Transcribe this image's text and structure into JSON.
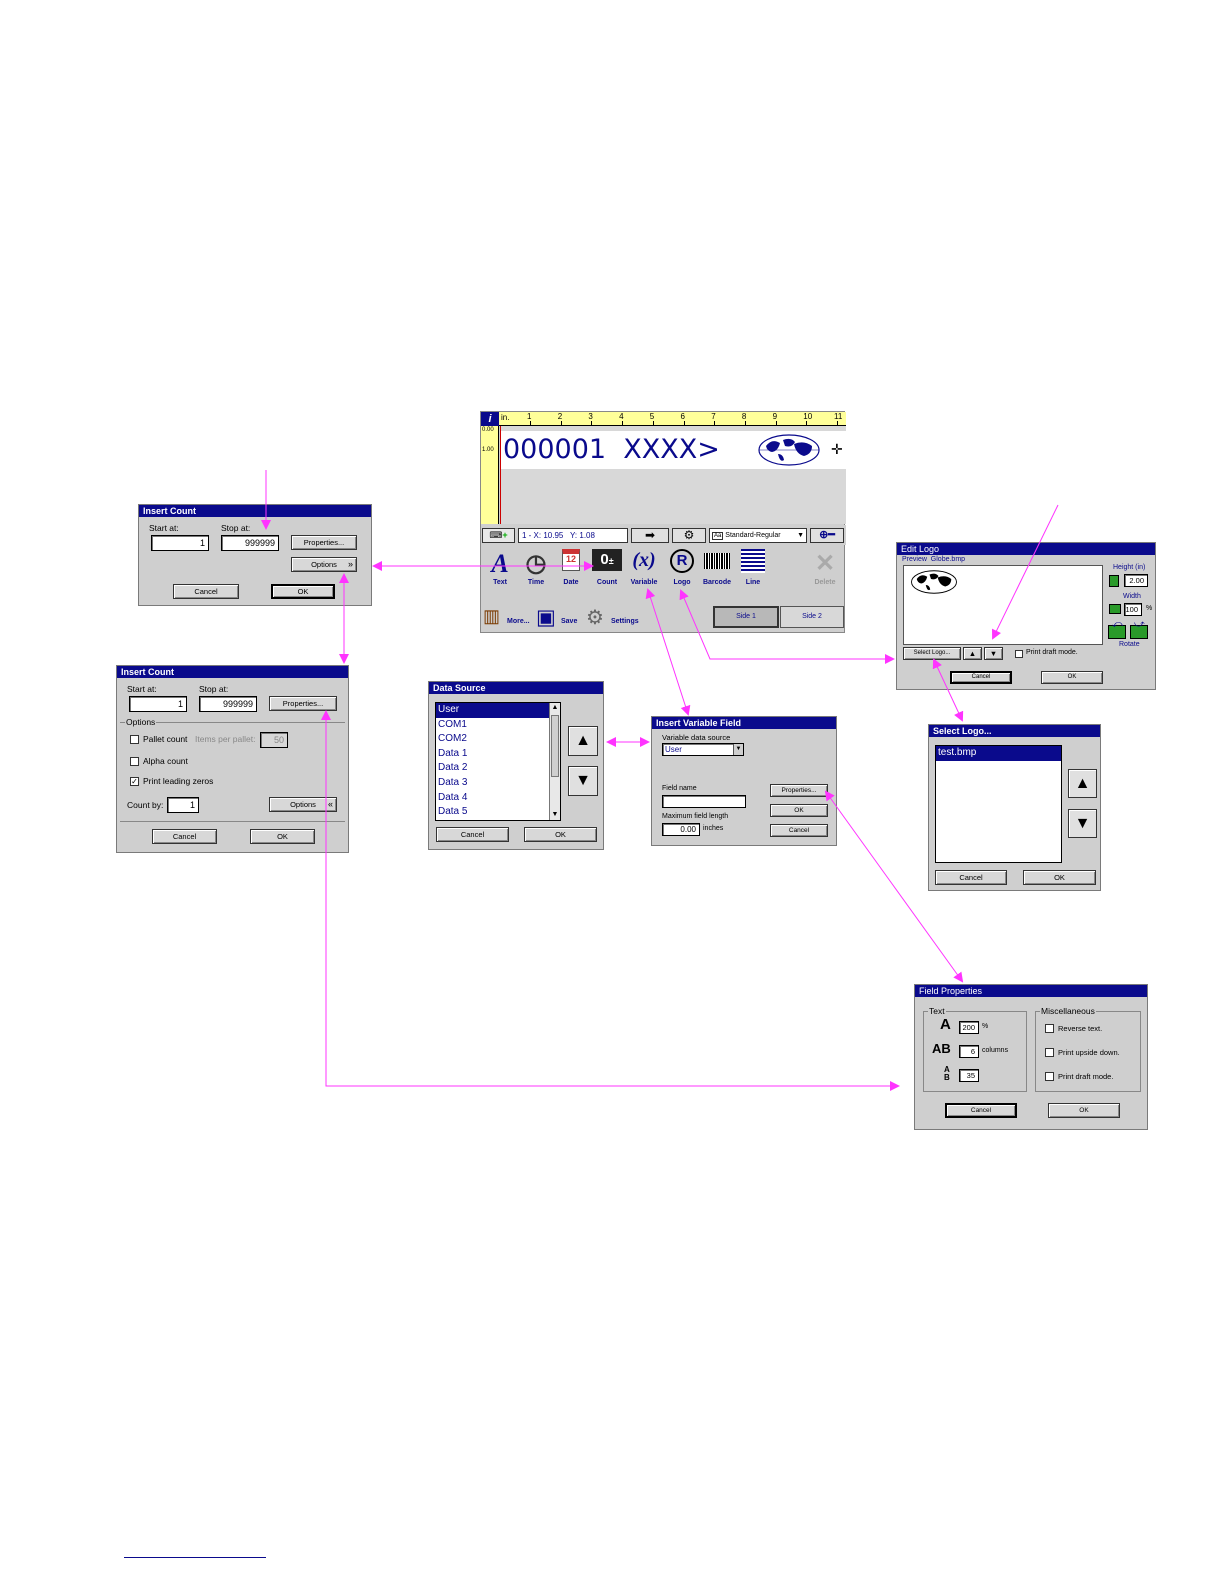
{
  "main": {
    "ruler_unit": "in.",
    "ruler_ticks": [
      "1",
      "2",
      "3",
      "4",
      "5",
      "6",
      "7",
      "8",
      "9",
      "10",
      "11"
    ],
    "vruler_top": "0.00",
    "vruler_mid": "1.00",
    "message_text": "000001  XXXX>",
    "position": "1 - X: 10.95",
    "position_y": "Y: 1.08",
    "font_name": "Standard-Regular",
    "tools": [
      "Text",
      "Time",
      "Date",
      "Count",
      "Variable",
      "Logo",
      "Barcode",
      "Line",
      "Delete"
    ],
    "bottom": {
      "more": "More...",
      "save": "Save",
      "settings": "Settings",
      "side1": "Side 1",
      "side2": "Side 2"
    }
  },
  "insert_count_small": {
    "title": "Insert Count",
    "start_label": "Start at:",
    "start_value": "1",
    "stop_label": "Stop at:",
    "stop_value": "999999",
    "properties": "Properties...",
    "options": "Options",
    "cancel": "Cancel",
    "ok": "OK"
  },
  "insert_count_large": {
    "title": "Insert Count",
    "start_label": "Start at:",
    "start_value": "1",
    "stop_label": "Stop at:",
    "stop_value": "999999",
    "properties": "Properties...",
    "options_group": "Options",
    "pallet_count": "Pallet count",
    "items_per_pallet": "Items per pallet:",
    "items_value": "50",
    "alpha_count": "Alpha count",
    "print_leading_zeros": "Print leading zeros",
    "count_by_label": "Count by:",
    "count_by_value": "1",
    "options": "Options",
    "cancel": "Cancel",
    "ok": "OK"
  },
  "data_source": {
    "title": "Data Source",
    "items": [
      "User",
      "COM1",
      "COM2",
      "Data 1",
      "Data 2",
      "Data 3",
      "Data 4",
      "Data 5"
    ],
    "cancel": "Cancel",
    "ok": "OK"
  },
  "insert_variable": {
    "title": "Insert Variable Field",
    "source_label": "Variable data source",
    "source_value": "User",
    "field_name_label": "Field name",
    "max_len_label": "Maximum field length",
    "max_len_value": "0.00",
    "max_len_unit": "inches",
    "properties": "Properties...",
    "ok": "OK",
    "cancel": "Cancel"
  },
  "edit_logo": {
    "title": "Edit Logo",
    "preview_label": "Preview",
    "file_name": "Globe.bmp",
    "height_label": "Height (in)",
    "height_value": "2.00",
    "width_label": "Width",
    "width_value": "100",
    "width_unit": "%",
    "rotate": "Rotate",
    "select_logo": "Select Logo...",
    "draft_mode": "Print draft mode.",
    "cancel": "Cancel",
    "ok": "OK"
  },
  "select_logo": {
    "title": "Select Logo...",
    "items": [
      "test.bmp"
    ],
    "cancel": "Cancel",
    "ok": "OK"
  },
  "field_properties": {
    "title": "Field Properties",
    "text_group": "Text",
    "misc_group": "Miscellaneous",
    "size_value": "200",
    "size_unit": "%",
    "columns_value": "6",
    "columns_unit": "columns",
    "spacing_value": "35",
    "reverse": "Reverse text.",
    "upside": "Print upside down.",
    "draft": "Print draft mode.",
    "cancel": "Cancel",
    "ok": "OK"
  },
  "colors": {
    "title_bar": "#0a0a8c",
    "arrow": "#ff33ff",
    "dialog_bg": "#cfcfcf",
    "ruler": "#ffff99"
  }
}
